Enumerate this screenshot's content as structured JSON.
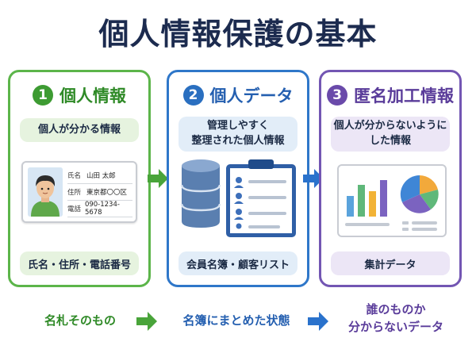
{
  "title": "個人情報保護の基本",
  "panels": [
    {
      "number": "1",
      "heading": "個人情報",
      "description": "個人が分かる情報",
      "card": {
        "rows": [
          {
            "key": "氏名",
            "value": "山田 太郎"
          },
          {
            "key": "住所",
            "value": "東京都〇〇区"
          },
          {
            "key": "電話",
            "value": "090-1234-5678"
          }
        ]
      },
      "footer": "氏名・住所・電話番号",
      "caption": "名札そのもの"
    },
    {
      "number": "2",
      "heading": "個人データ",
      "description": [
        "管理しやすく",
        "整理された個人情報"
      ],
      "footer": "会員名簿・顧客リスト",
      "caption": "名簿にまとめた状態"
    },
    {
      "number": "3",
      "heading": "匿名加工情報",
      "description": [
        "個人が分からないように",
        "した情報"
      ],
      "footer": "集計データ",
      "caption": [
        "誰のものか",
        "分からないデータ"
      ]
    }
  ],
  "colors": {
    "green": "#5cb54a",
    "blue": "#2f77c9",
    "purple": "#7356b3",
    "title": "#1c2b4f"
  },
  "icons": [
    "person-avatar-icon",
    "database-icon",
    "clipboard-list-icon",
    "bar-chart-icon",
    "pie-chart-icon",
    "arrow-right-icon"
  ]
}
